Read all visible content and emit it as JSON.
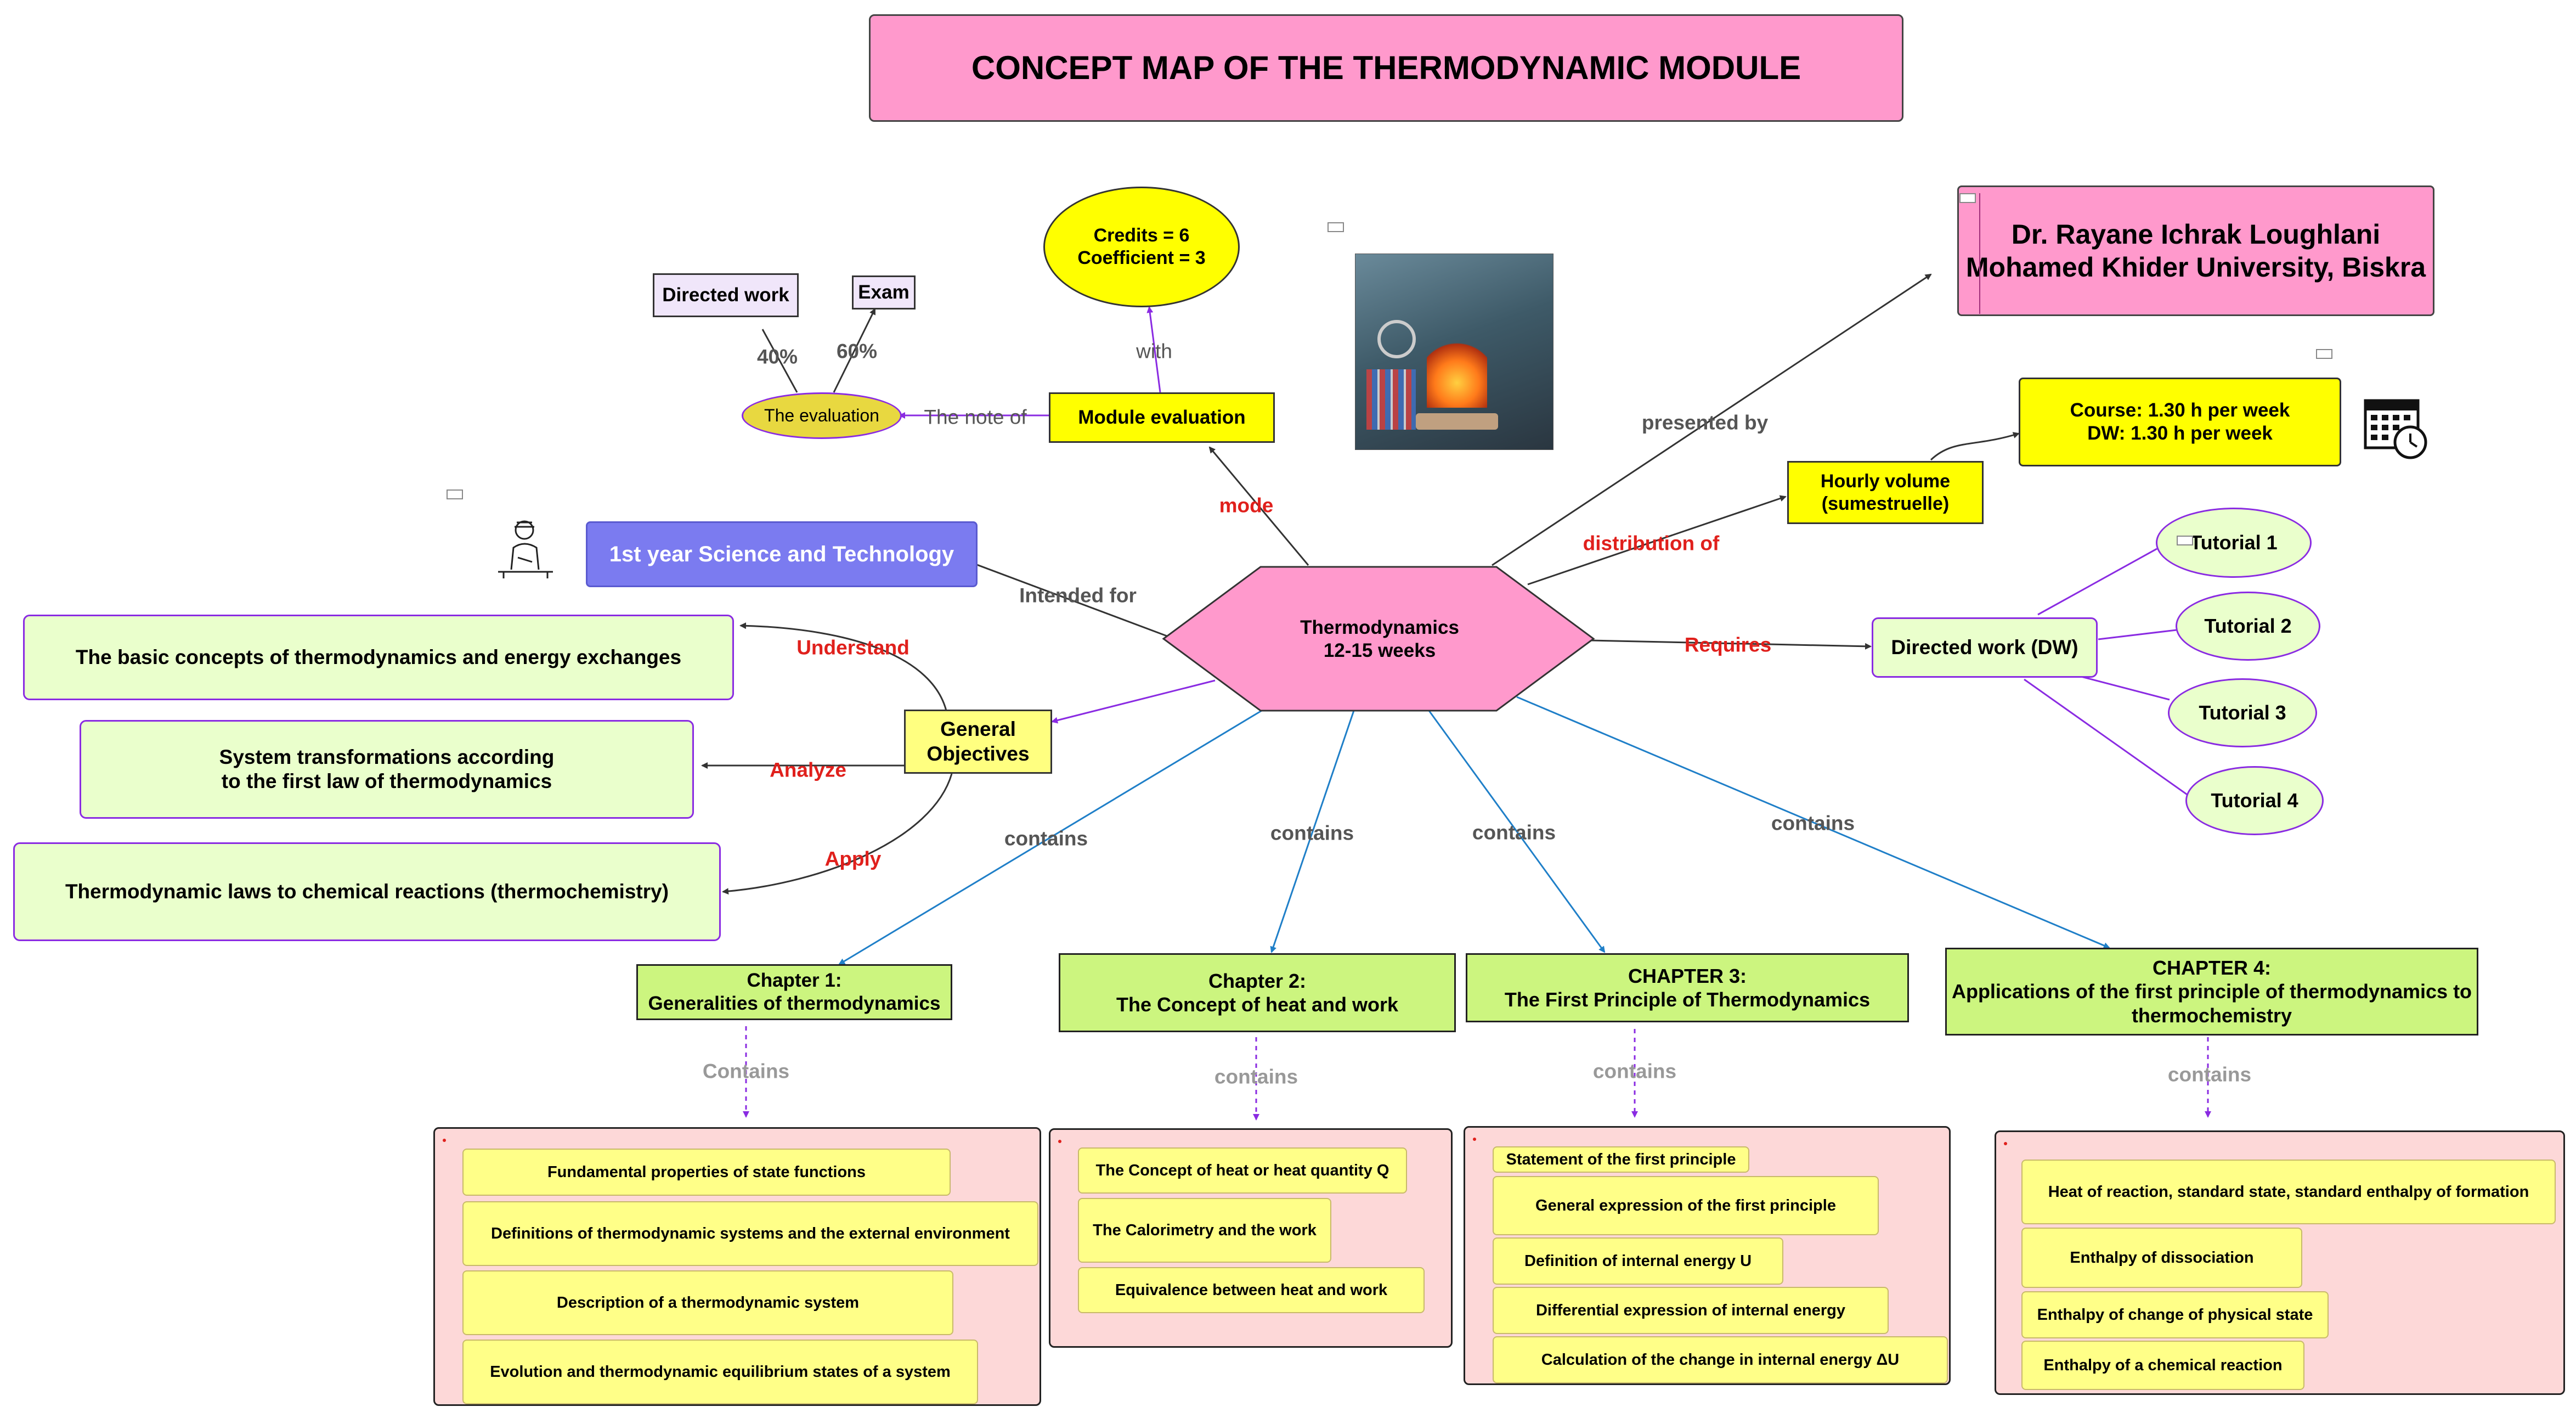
{
  "title": "CONCEPT MAP OF THE THERMODYNAMIC MODULE",
  "center": "Thermodynamics\n12-15 weeks",
  "author": {
    "name": "Dr. Rayane Ichrak Loughlani",
    "affiliation": "Mohamed Khider University, Biskra"
  },
  "credits": "Credits = 6\nCoefficient = 3",
  "module_evaluation": "Module evaluation",
  "evaluation": "The evaluation",
  "directed_work": "Directed work",
  "exam": "Exam",
  "hourly_volume": "Hourly volume\n(sumestruelle)",
  "schedule": "Course: 1.30 h per week\nDW: 1.30 h per week",
  "audience": "1st year Science and Technology",
  "dw": "Directed work (DW)",
  "tutorials": [
    "Tutorial 1",
    "Tutorial 2",
    "Tutorial 3",
    "Tutorial 4"
  ],
  "objectives": {
    "title": "General\nObjectives",
    "items": [
      "The basic concepts of thermodynamics and energy exchanges",
      "System transformations according\nto the first law of thermodynamics",
      "Thermodynamic laws to chemical reactions (thermochemistry)"
    ]
  },
  "links": {
    "with": "with",
    "note_of": "The note of",
    "pct40": "40%",
    "pct60": "60%",
    "mode": "mode",
    "presented_by": "presented by",
    "distribution_of": "distribution of",
    "requires": "Requires",
    "intended_for": "Intended for",
    "understand": "Understand",
    "analyze": "Analyze",
    "apply": "Apply",
    "contains": "contains",
    "Contains": "Contains"
  },
  "chapters": [
    {
      "title": "Chapter 1:\nGeneralities of thermodynamics",
      "items": [
        "Fundamental properties of state functions",
        "Definitions of thermodynamic systems and the external environment",
        "Description of a thermodynamic system",
        "Evolution and thermodynamic equilibrium states of a system"
      ]
    },
    {
      "title": "Chapter 2:\nThe Concept of heat and work",
      "items": [
        "The Concept of heat or heat quantity Q",
        "The Calorimetry and the work",
        "Equivalence between heat and work"
      ]
    },
    {
      "title": "CHAPTER 3:\nThe First Principle of Thermodynamics",
      "items": [
        "Statement of the first principle",
        "General expression of the first principle",
        "Definition of internal energy U",
        "Differential expression of internal energy",
        "Calculation of the change in internal energy ΔU"
      ]
    },
    {
      "title": "CHAPTER 4:\nApplications of the first principle of thermodynamics to\nthermochemistry",
      "items": [
        "Heat of reaction, standard state, standard enthalpy of formation",
        "Enthalpy of dissociation",
        "Enthalpy of change of physical state",
        "Enthalpy of a chemical reaction"
      ]
    }
  ],
  "colors": {
    "pink": "#ff99cc",
    "yellow": "#ffff00",
    "green": "#ccf57f",
    "light_green": "#eaffcc",
    "panel": "#fdd8d8",
    "purple": "#8a2be2",
    "blue": "#1f7fc8",
    "red": "#e0201c"
  }
}
